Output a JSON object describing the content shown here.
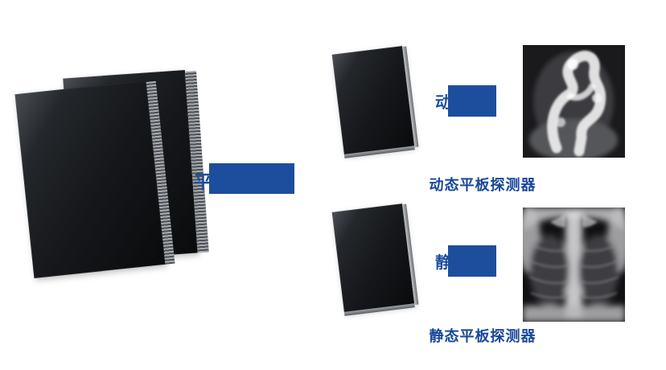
{
  "canvas": {
    "background": "#ffffff"
  },
  "colors": {
    "label_box_blue": "#1d4e9e",
    "caption_blue": "#17479a",
    "panel_dark": "#15171a"
  },
  "main_group": {
    "image": "flat-panel-detector-pair",
    "label_char": "平"
  },
  "branches": {
    "dynamic": {
      "panel_image": "dynamic-flat-panel-detector",
      "badge_char": "动",
      "xray_image": "fluoroscopy-abdomen-xray",
      "caption": "动态平板探测器"
    },
    "static": {
      "panel_image": "static-flat-panel-detector",
      "badge_char": "静",
      "xray_image": "chest-xray",
      "caption": "静态平板探测器"
    }
  }
}
